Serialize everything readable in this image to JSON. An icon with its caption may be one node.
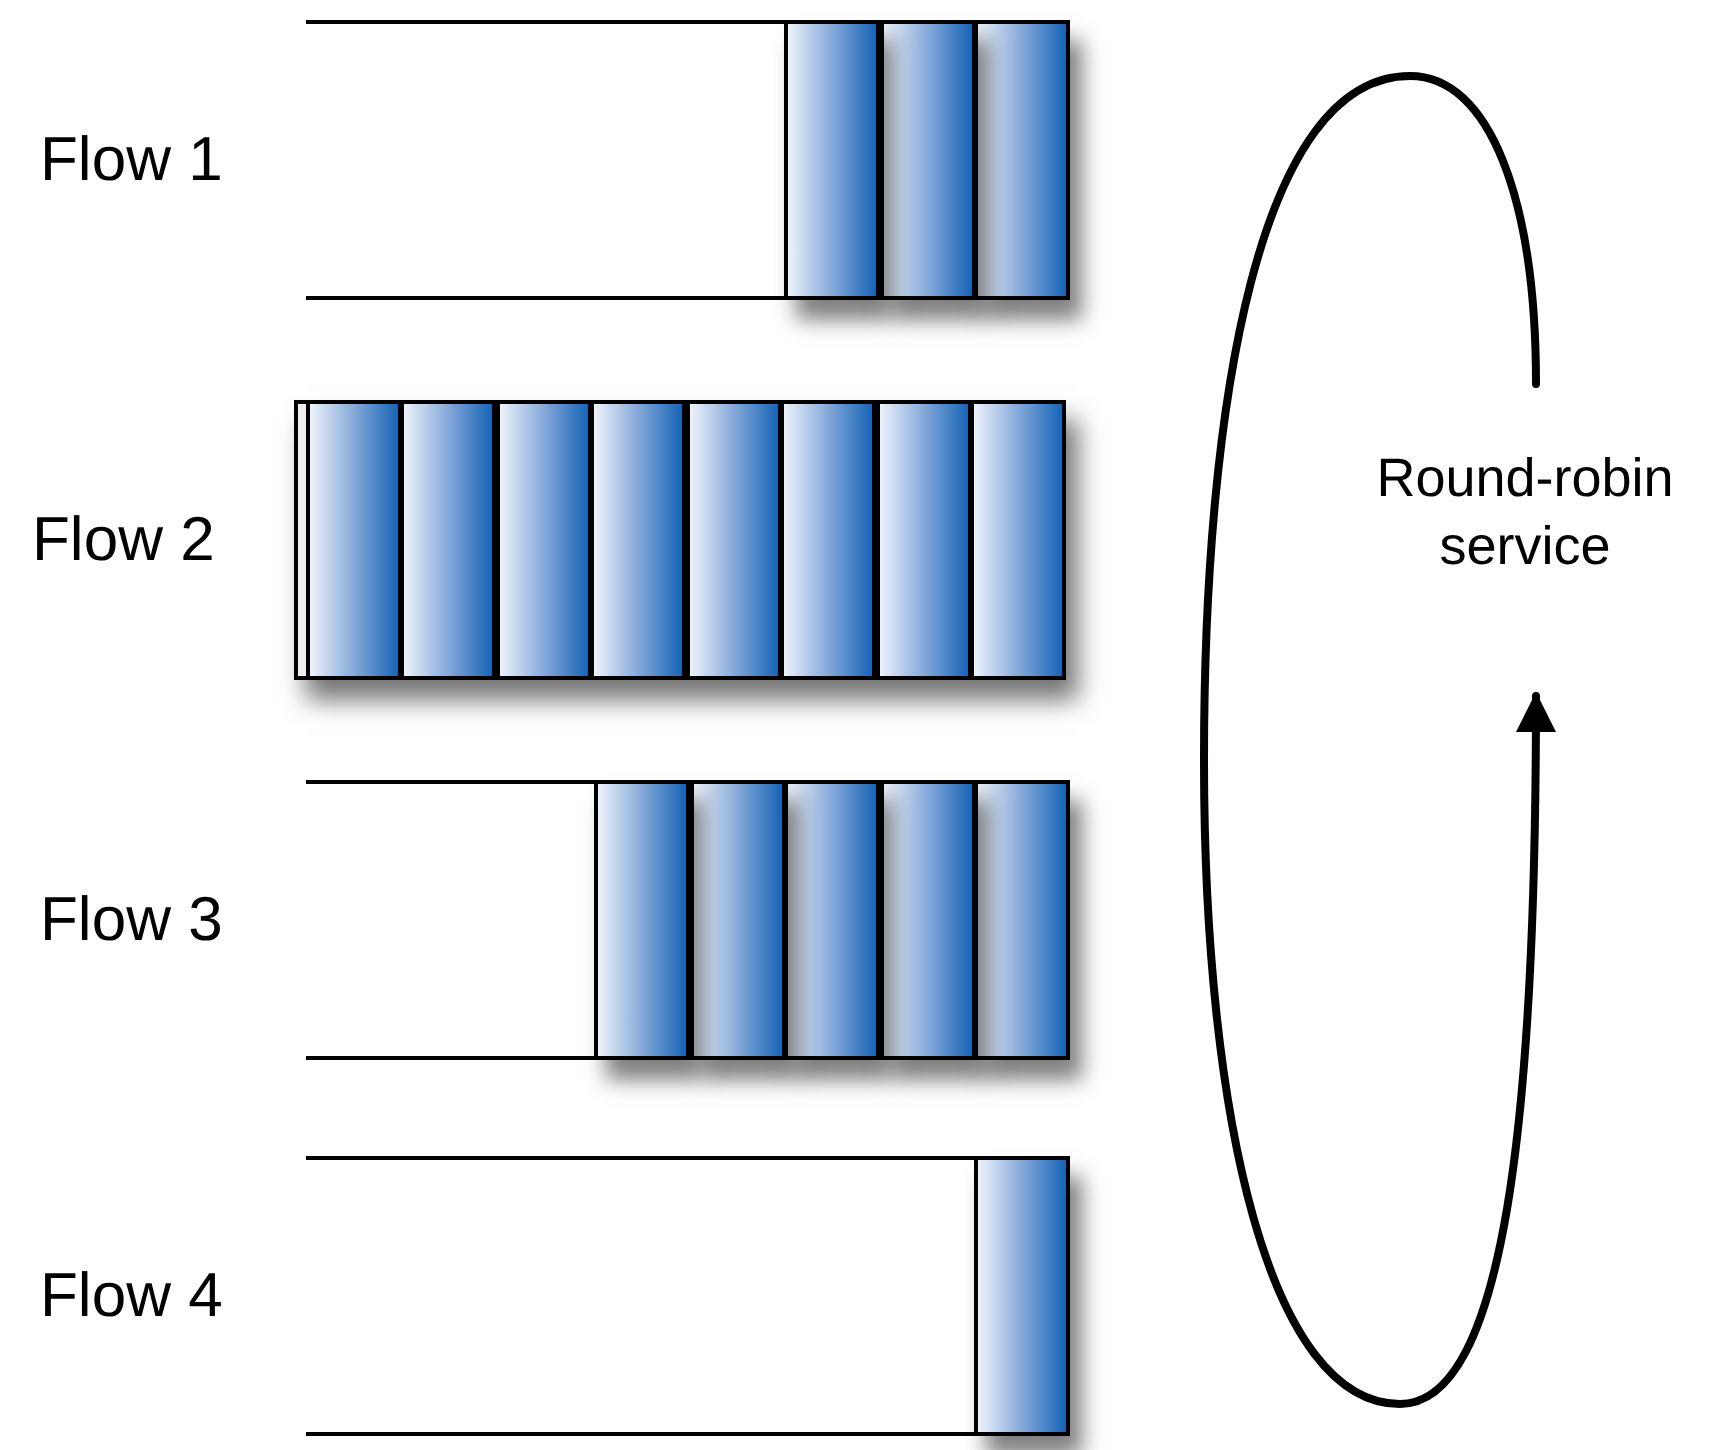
{
  "diagram": {
    "nodes": [
      {
        "text": [
          "Flow 1"
        ]
      },
      {
        "text": [],
        "shape": "box",
        "in": 0
      },
      {
        "text": [],
        "shape": "box",
        "in": 0
      },
      {
        "text": [],
        "shape": "box",
        "in": 0
      },
      {
        "text": [
          "Flow 2"
        ]
      },
      {
        "text": [],
        "shape": "box",
        "in": 4
      },
      {
        "text": [],
        "shape": "box",
        "in": 4
      },
      {
        "text": [],
        "shape": "box",
        "in": 4
      },
      {
        "text": [],
        "shape": "box",
        "in": 4
      },
      {
        "text": [],
        "shape": "box",
        "in": 4
      },
      {
        "text": [],
        "shape": "box",
        "in": 4
      },
      {
        "text": [],
        "shape": "box",
        "in": 4
      },
      {
        "text": [],
        "shape": "box",
        "in": 4
      },
      {
        "text": [
          "Flow 3"
        ]
      },
      {
        "text": [],
        "shape": "box",
        "in": 13
      },
      {
        "text": [],
        "shape": "box",
        "in": 13
      },
      {
        "text": [],
        "shape": "box",
        "in": 13
      },
      {
        "text": [],
        "shape": "box",
        "in": 13
      },
      {
        "text": [],
        "shape": "box",
        "in": 13
      },
      {
        "text": [
          "Flow 4"
        ]
      },
      {
        "text": [],
        "shape": "box",
        "in": 19
      }
    ],
    "labels": [
      "Round-robin service"
    ]
  }
}
